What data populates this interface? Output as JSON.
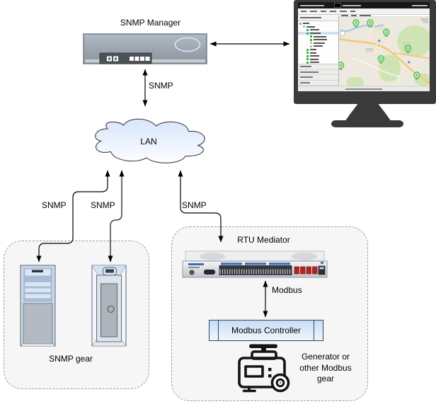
{
  "labels": {
    "snmp_manager_title": "SNMP Manager",
    "snmp_link_top": "SNMP",
    "lan": "LAN",
    "snmp_link_left": "SNMP",
    "snmp_link_middle": "SNMP",
    "snmp_link_right": "SNMP",
    "snmp_gear_caption": "SNMP gear",
    "rtu_mediator_title": "RTU Mediator",
    "modbus_link": "Modbus",
    "modbus_controller": "Modbus Controller",
    "generator_caption_line1": "Generator or",
    "generator_caption_line2": "other Modbus",
    "generator_caption_line3": "gear"
  },
  "colors": {
    "cloud_fill_top": "#d6e6fa",
    "cloud_fill_bottom": "#fdfeff",
    "dashed_box_fill": "#f6f6f6",
    "controller_border": "#2c486b",
    "marker_green": "#2db92d",
    "map_land": "#ede9df",
    "map_forest": "#cfe3b4",
    "map_road": "#f3c977",
    "monitor_frame": "#3a3a3a",
    "terminal_block": "#33373b",
    "rtu_label_blue": "#3f6bb5",
    "port_red": "#b5221f"
  },
  "monitor": {
    "sidebar": {
      "tree": [
        {
          "i": 0,
          "c": "#9aa0a6",
          "w": 9
        },
        {
          "i": 1,
          "c": "#b9bfc4",
          "w": 12
        },
        {
          "i": 2,
          "c": "#2db92d",
          "w": 13
        },
        {
          "i": 2,
          "c": "#2db92d",
          "w": 15,
          "sel": true
        },
        {
          "i": 3,
          "c": "#2db92d",
          "w": 18
        },
        {
          "i": 3,
          "c": "#2db92d",
          "w": 19
        },
        {
          "i": 3,
          "c": "#b9bfc4",
          "w": 16
        },
        {
          "i": 3,
          "c": "#b9bfc4",
          "w": 13
        },
        {
          "i": 2,
          "c": "#2db92d",
          "w": 9
        },
        {
          "i": 2,
          "c": "#2db92d",
          "w": 9
        },
        {
          "i": 2,
          "c": "#2db92d",
          "w": 13
        },
        {
          "i": 2,
          "c": "#2db92d",
          "w": 12
        },
        {
          "i": 2,
          "c": "#2db92d",
          "w": 13
        },
        {
          "i": 1,
          "c": "#2db92d",
          "w": 13
        },
        {
          "i": 1,
          "c": "#2db92d",
          "w": 12
        }
      ],
      "footer_rows": [
        16,
        26,
        18,
        14
      ]
    },
    "map": {
      "markers": [
        {
          "x": 18.7,
          "y": 8.4
        },
        {
          "x": 34.3,
          "y": 8.4
        },
        {
          "x": 52.2,
          "y": 22.0
        },
        {
          "x": 76.1,
          "y": 46.0
        },
        {
          "x": 46.3,
          "y": 61.0
        },
        {
          "x": 2.0,
          "y": 70.5
        },
        {
          "x": 85.8,
          "y": 85.0
        }
      ]
    }
  }
}
